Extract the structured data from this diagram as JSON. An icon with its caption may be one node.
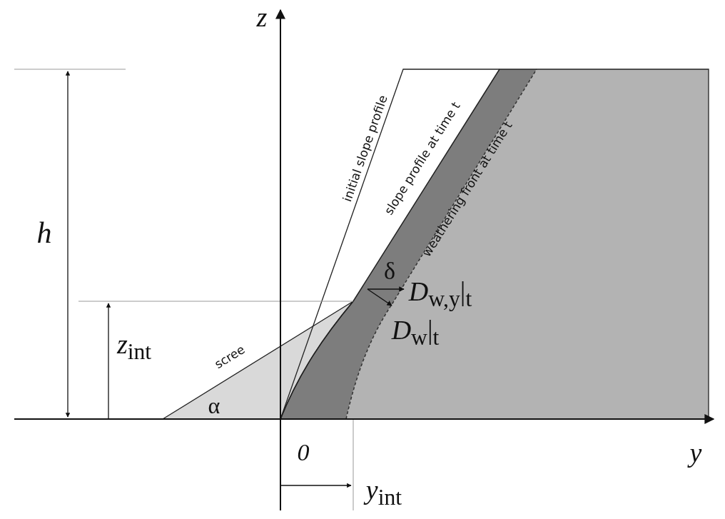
{
  "diagram": {
    "labels": [
      "z",
      "h",
      "initial slope profile",
      "slope profile at time t",
      "weathering front at time t",
      "δ",
      "*D*$_{w,y}$|$_{t}$",
      "*z*$_{int}$",
      "*D*$_{w}$|$_{t}$",
      "scree",
      "α",
      "0",
      "y",
      "*y*$_{int}$"
    ]
  }
}
